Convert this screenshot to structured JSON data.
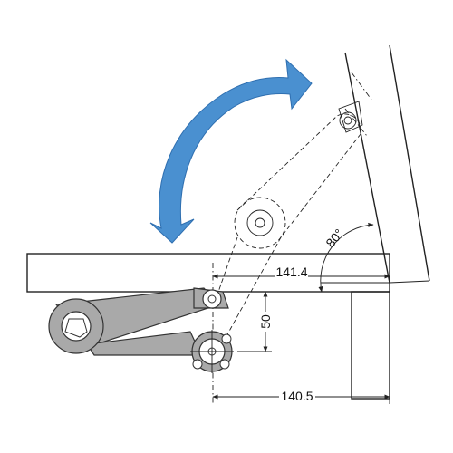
{
  "labels": {
    "dim_horizontal_top": "141.4",
    "dim_vertical": "50",
    "dim_horizontal_bottom": "140.5",
    "angle": "80°"
  },
  "colors": {
    "arrow": "#4a90d0",
    "arrow_stroke": "#2f6fb0",
    "link": "#a9a9a9",
    "line": "#222222"
  },
  "icons": {
    "rotation_arrow": "curved-double-arrow-icon"
  }
}
